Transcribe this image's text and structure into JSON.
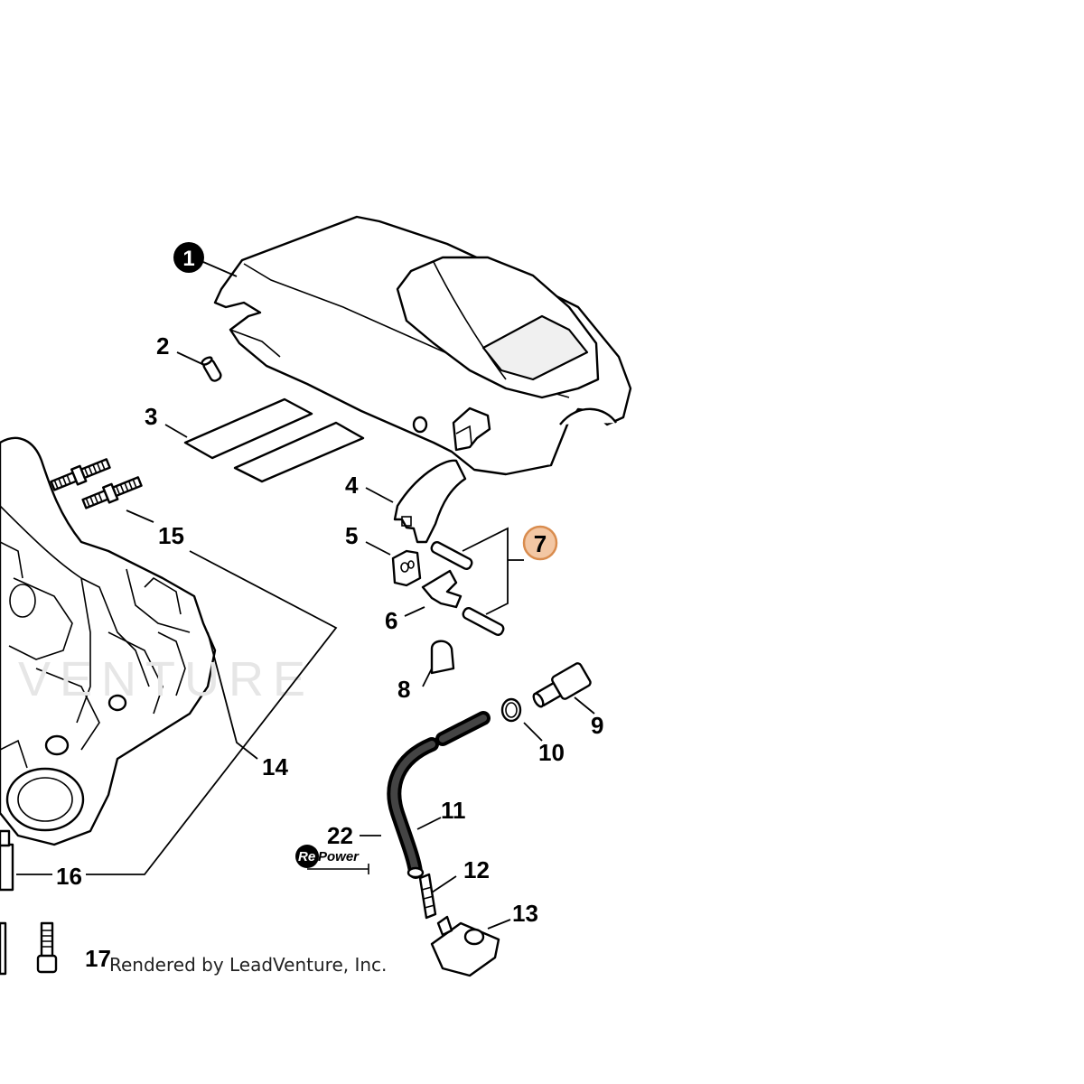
{
  "callouts": {
    "c1": "1",
    "c2": "2",
    "c3": "3",
    "c4": "4",
    "c5": "5",
    "c6": "6",
    "c7": "7",
    "c8": "8",
    "c9": "9",
    "c10": "10",
    "c11": "11",
    "c12": "12",
    "c13": "13",
    "c14": "14",
    "c15": "15",
    "c16": "16",
    "c17": "17",
    "c22": "22"
  },
  "highlight_color": "#f3c7a4",
  "highlight_border": "#d98c4e",
  "brand_logo": {
    "prefix": "Re",
    "suffix": "Power"
  },
  "watermark": "VENTURE",
  "footer": "Rendered by LeadVenture, Inc."
}
